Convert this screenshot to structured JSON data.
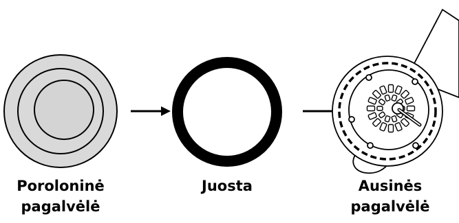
{
  "steps": [
    {
      "label": "Poroloninė\npagalvėlė",
      "icon": "foam-pad-icon"
    },
    {
      "label": "Juosta",
      "icon": "band-ring-icon"
    },
    {
      "label": "Ausinės\npagalvėlė",
      "icon": "earpiece-icon"
    }
  ],
  "colors": {
    "stroke": "#000000",
    "fill_gray": "#d9d9d9",
    "background": "#ffffff"
  }
}
